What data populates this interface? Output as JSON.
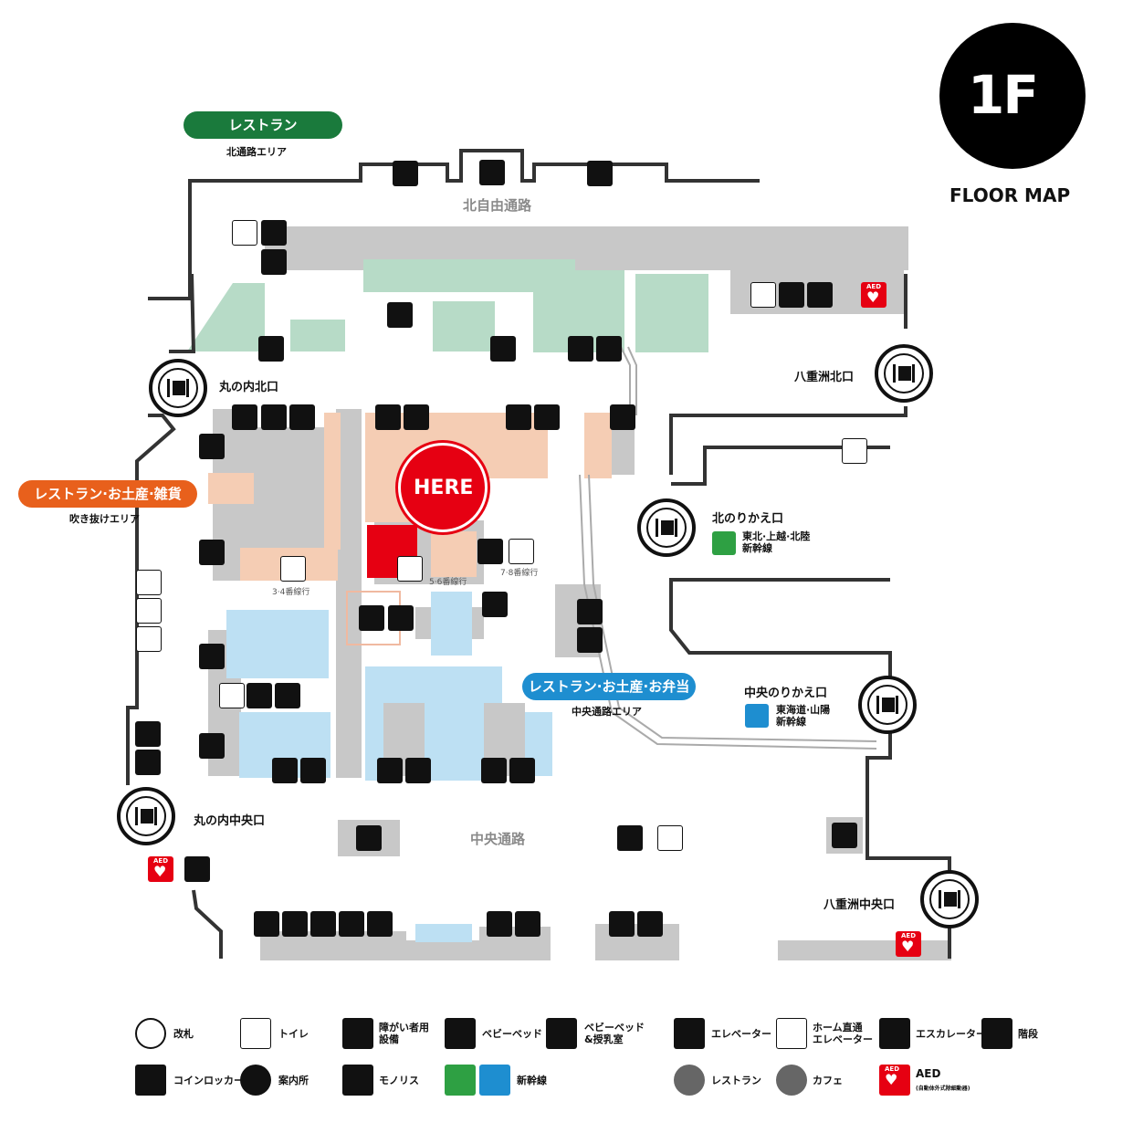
{
  "floor": {
    "number": "1F",
    "caption": "FLOOR MAP"
  },
  "areas": {
    "north_restaurant": {
      "title": "レストラン",
      "subtitle": "北通路エリア",
      "color": "#1a7a3c"
    },
    "west_restaurant": {
      "title": "レストラン·お土産·雑貨",
      "subtitle": "吹き抜けエリア",
      "color": "#e8601c"
    },
    "central_restaurant": {
      "title": "レストラン·お土産·お弁当",
      "subtitle": "中央通路エリア",
      "color": "#1e8ed0"
    }
  },
  "passages": {
    "north": "北自由通路",
    "central": "中央通路"
  },
  "gates": {
    "marunouchi_north": "丸の内北口",
    "marunouchi_central": "丸の内中央口",
    "yaesu_north": "八重洲北口",
    "yaesu_central": "八重洲中央口",
    "north_transfer": "北のりかえ口",
    "central_transfer": "中央のりかえ口"
  },
  "shinkansen": {
    "north": "東北·上越·北陸\n新幹線",
    "central": "東海道·山陽\n新幹線"
  },
  "platforms": {
    "p34": "3·4番線行",
    "p56": "5·6番線行",
    "p78": "7·8番線行"
  },
  "here": "HERE",
  "legend": {
    "gate": "改札",
    "toilet": "トイレ",
    "accessible": "障がい者用\n設備",
    "baby_bed": "ベビーベッド",
    "baby_bed_nursing": "ベビーベッド\n&授乳室",
    "elevator": "エレベーター",
    "platform_elevator": "ホーム直通\nエレベーター",
    "escalator": "エスカレーター",
    "stairs": "階段",
    "coin_locker": "コインロッカー",
    "info": "案内所",
    "monolith": "モノリス",
    "shinkansen": "新幹線",
    "restaurant": "レストラン",
    "cafe": "カフェ",
    "aed": "AED",
    "aed_note": "(自動体外式除細動器)"
  },
  "colors": {
    "wall": "#333333",
    "corridor": "#c8c8c8",
    "green_zone": "#b7dbc7",
    "orange_zone": "#f5cdb4",
    "blue_zone": "#bde0f3",
    "here_red": "#e60012"
  }
}
